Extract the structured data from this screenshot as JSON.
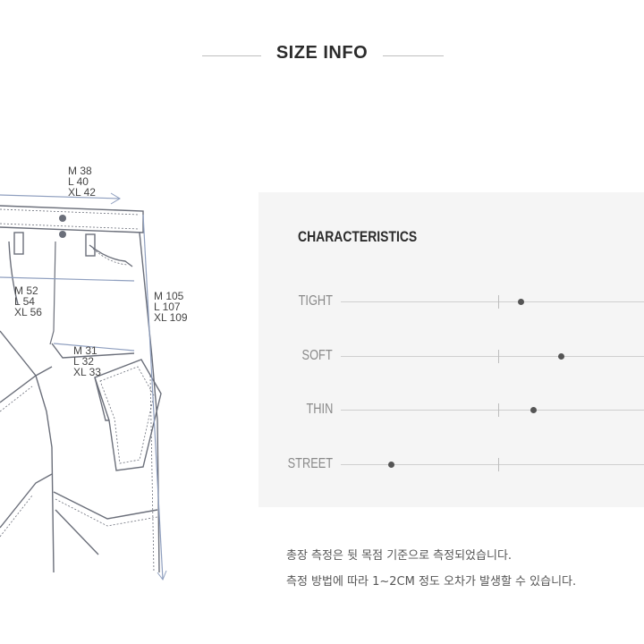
{
  "header": {
    "title": "SIZE INFO"
  },
  "diagram": {
    "waist": [
      "M  38",
      "L   40",
      "XL 42"
    ],
    "hip": [
      "M  52",
      "L   54",
      "XL 56"
    ],
    "thigh": [
      "M  31",
      "L   32",
      "XL 33"
    ],
    "length": [
      "M  105",
      "L   107",
      "XL 109"
    ]
  },
  "characteristics": {
    "title": "CHARACTERISTICS",
    "items": [
      {
        "label": "TIGHT",
        "level": 0.72
      },
      {
        "label": "SOFT",
        "level": 0.88
      },
      {
        "label": "THIN",
        "level": 0.77
      },
      {
        "label": "STREET",
        "level": 0.2
      }
    ]
  },
  "notes": {
    "line1": "총장 측정은 뒷 목점 기준으로 측정되었습니다.",
    "line2": "측정 방법에 따라 1~2CM 정도 오차가 발생할 수 있습니다."
  }
}
